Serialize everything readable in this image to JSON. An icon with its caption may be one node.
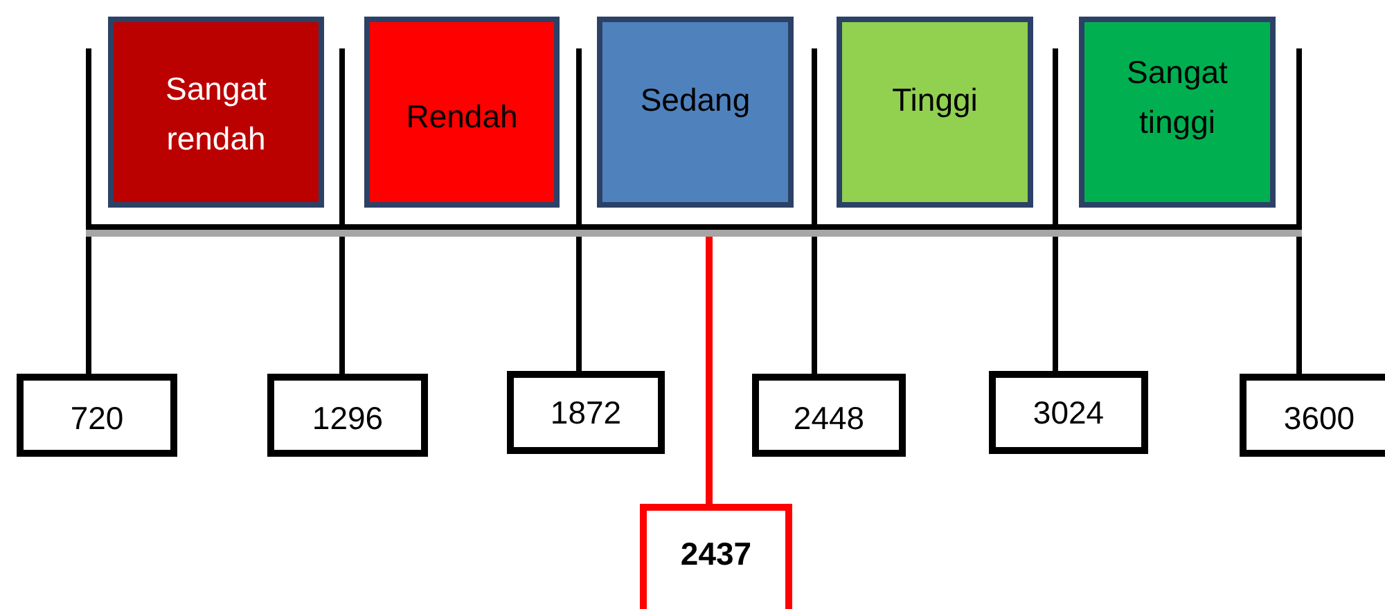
{
  "diagram": {
    "nodes": [
      {
        "text": [
          "Sangat rendah"
        ]
      },
      {
        "text": [
          "Rendah"
        ]
      },
      {
        "text": [
          "Sedang"
        ]
      },
      {
        "text": [
          "Tinggi"
        ]
      },
      {
        "text": [
          "Sangat tinggi"
        ]
      },
      {
        "text": [],
        "shape": "bar"
      },
      {
        "text": [
          "720"
        ]
      },
      {
        "text": [
          "1296"
        ]
      },
      {
        "text": [
          "1872"
        ]
      },
      {
        "text": [
          "2448"
        ]
      },
      {
        "text": [
          "3024"
        ]
      },
      {
        "text": [
          "3600"
        ]
      },
      {
        "text": [
          "2437"
        ]
      }
    ],
    "edges": [
      {
        "from": 6,
        "to": 5,
        "arrow": "none"
      },
      {
        "from": 7,
        "to": 5,
        "arrow": "none"
      },
      {
        "from": 8,
        "to": 5,
        "arrow": "none"
      },
      {
        "from": 9,
        "to": 5,
        "arrow": "none"
      },
      {
        "from": 10,
        "to": 5,
        "arrow": "none"
      },
      {
        "from": 11,
        "to": 5,
        "arrow": "none"
      },
      {
        "from": 12,
        "to": 5,
        "arrow": "none",
        "color": "#ff0000"
      }
    ]
  }
}
